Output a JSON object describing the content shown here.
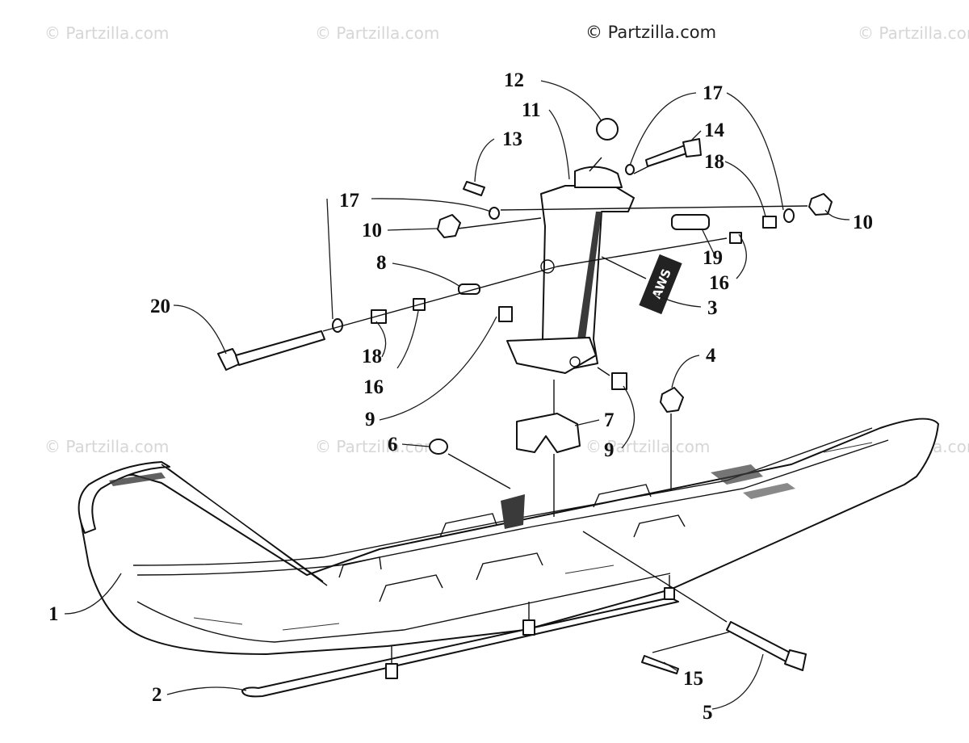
{
  "watermarks": {
    "main": "© Partzilla.com",
    "faint": "© Partzilla.com"
  },
  "decal_text": "AWS",
  "callouts": [
    "1",
    "2",
    "3",
    "4",
    "5",
    "6",
    "7",
    "8",
    "9",
    "9",
    "10",
    "10",
    "11",
    "12",
    "13",
    "14",
    "15",
    "16",
    "16",
    "17",
    "17",
    "18",
    "18",
    "19",
    "20"
  ]
}
